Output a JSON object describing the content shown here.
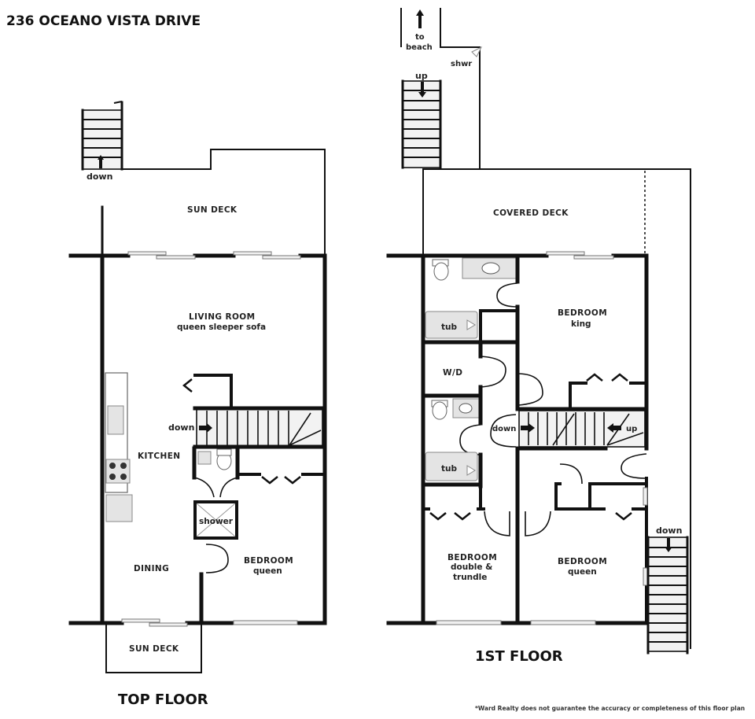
{
  "title": "236 OCEANO VISTA DRIVE",
  "disclaimer": "*Ward Realty does not guarantee the accuracy or completeness of this floor plan",
  "top_floor": {
    "label": "TOP FLOOR",
    "rooms": {
      "sun_deck_upper": "SUN DECK",
      "living_room": "LIVING ROOM",
      "living_room_note": "queen sleeper sofa",
      "kitchen": "KITCHEN",
      "dining": "DINING",
      "bedroom": "BEDROOM",
      "bedroom_note": "queen",
      "shower": "shower",
      "sun_deck_lower": "SUN DECK"
    },
    "stairs": {
      "exterior_down": "down",
      "interior_down": "down"
    }
  },
  "first_floor": {
    "label": "1ST FLOOR",
    "rooms": {
      "covered_deck": "COVERED DECK",
      "bedroom_king": "BEDROOM",
      "bedroom_king_note": "king",
      "tub_1": "tub",
      "wd": "W/D",
      "tub_2": "tub",
      "bedroom_double": "BEDROOM",
      "bedroom_double_note_1": "double &",
      "bedroom_double_note_2": "trundle",
      "bedroom_queen": "BEDROOM",
      "bedroom_queen_note": "queen"
    },
    "stairs": {
      "to_beach": "to",
      "to_beach_2": "beach",
      "shower": "shwr",
      "exterior_up": "up",
      "interior_down": "down",
      "interior_up": "up",
      "side_down": "down"
    }
  }
}
